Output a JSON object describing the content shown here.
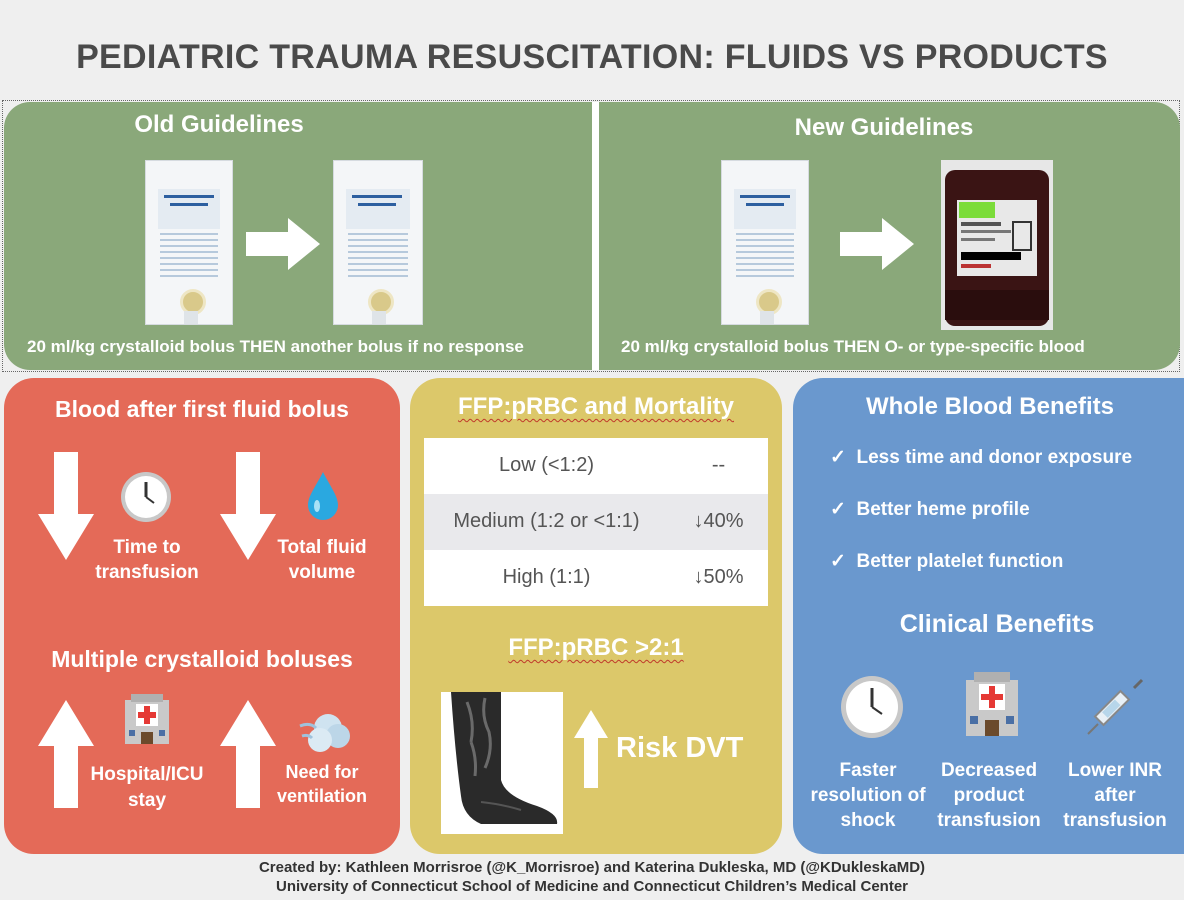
{
  "title": "PEDIATRIC TRAUMA RESUSCITATION: FLUIDS VS PRODUCTS",
  "old": {
    "title": "Old Guidelines",
    "caption": "20 ml/kg crystalloid bolus THEN  another bolus if no response"
  },
  "new": {
    "title": "New Guidelines",
    "caption": "20 ml/kg crystalloid bolus THEN O- or type-specific blood"
  },
  "red": {
    "heading1": "Blood after first fluid bolus",
    "time_label": "Time to transfusion",
    "fluid_label": "Total fluid volume",
    "heading2": "Multiple crystalloid boluses",
    "hospital_label": "Hospital/ICU stay",
    "ventilation_label": "Need for ventilation"
  },
  "yellow": {
    "heading": "FFP:pRBC and Mortality",
    "rows": [
      {
        "ratio": "Low (<1:2)",
        "change": "--"
      },
      {
        "ratio": "Medium (1:2 or <1:1)",
        "change": "↓40%"
      },
      {
        "ratio": "High (1:1)",
        "change": "↓50%"
      }
    ],
    "heading2": "FFP:pRBC >2:1",
    "risk": "Risk DVT"
  },
  "blue": {
    "heading": "Whole Blood Benefits",
    "checkmark": "✓",
    "benefits": [
      "Less time and donor exposure",
      "Better heme profile",
      "Better platelet function"
    ],
    "heading2": "Clinical Benefits",
    "clinical": [
      "Faster resolution of shock",
      "Decreased product transfusion",
      "Lower INR after transfusion"
    ]
  },
  "footer": {
    "line1": "Created by: Kathleen Morrisroe (@K_Morrisroe) and Katerina Dukleska, MD (@KDukleskaMD)",
    "line2": "University of Connecticut School of Medicine and Connecticut Children’s Medical Center"
  },
  "colors": {
    "green": "#8aa87a",
    "red": "#e46a58",
    "yellow": "#dcc86a",
    "blue": "#6a98ce"
  },
  "icons": [
    "iv-bag-icon",
    "arrow-right-icon",
    "blood-bag-icon",
    "arrow-down-icon",
    "arrow-up-icon",
    "clock-icon",
    "droplet-icon",
    "hospital-icon",
    "wind-icon",
    "dvt-leg-icon",
    "syringe-icon",
    "check-icon"
  ]
}
